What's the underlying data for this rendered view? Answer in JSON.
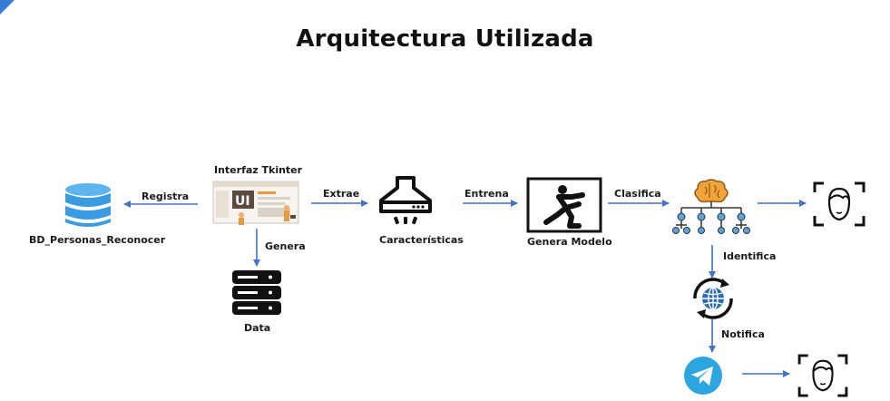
{
  "title": "Arquitectura Utilizada",
  "nodes": {
    "database": "BD_Personas_Reconocer",
    "interface": "Interfaz Tkinter",
    "interface_ui_text": "UI",
    "data": "Data",
    "features": "Características",
    "model": "Genera Modelo"
  },
  "edges": {
    "registra": "Registra",
    "genera": "Genera",
    "extrae": "Extrae",
    "entrena": "Entrena",
    "clasifica": "Clasifica",
    "identifica": "Identifica",
    "notifica": "Notifica"
  },
  "colors": {
    "arrow": "#4472c4",
    "database": "#3a9be0",
    "brain": "#f2a33a",
    "network_nodes": "#5ba3d9",
    "telegram": "#2ca5e0",
    "corner": "#3a7bd5"
  },
  "icons": [
    "database-icon",
    "tkinter-ui-icon",
    "server-icon",
    "range-hood-icon",
    "exercise-figure-icon",
    "brain-network-icon",
    "face-scan-icon",
    "web-sync-icon",
    "telegram-icon"
  ]
}
